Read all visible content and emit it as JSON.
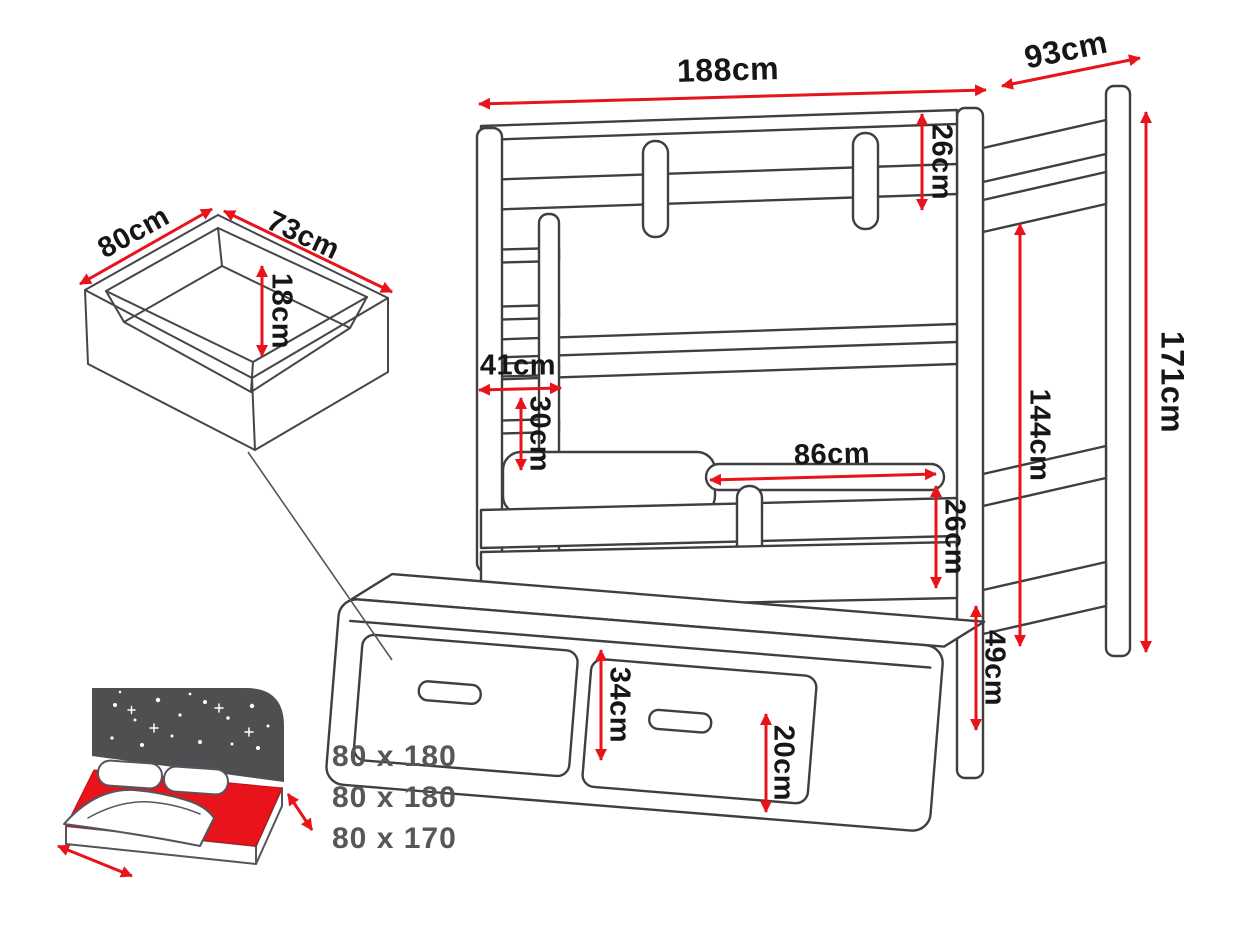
{
  "diagram": {
    "type": "furniture-dimension-diagram",
    "subject": "bunk bed with trundle bed, storage drawer and ladder",
    "colors": {
      "accent_red": "#e8131b",
      "outline": "#3f3f42",
      "headboard_dark": "#4f4f52",
      "mattress_red": "#e8131b",
      "size_text": "#57575a"
    },
    "icons": {
      "drawer_icon": "open-storage-drawer",
      "bed_icon": "bed-with-red-mattress-and-stars"
    },
    "dimensions": {
      "total_width": "188cm",
      "total_depth": "93cm",
      "top_rail_height": "26cm",
      "total_height": "171cm",
      "side_frame_height": "144cm",
      "drawer_width": "80cm",
      "drawer_depth": "73cm",
      "drawer_height": "18cm",
      "ladder_width": "41cm",
      "shelf_spacing": "30cm",
      "guard_rail_length": "86cm",
      "middle_rail_height": "26cm",
      "under_bed_clearance": "49cm",
      "trundle_height": "34cm",
      "trundle_drawer_height": "20cm"
    },
    "mattress_sizes": [
      "80 x 180",
      "80 x 180",
      "80 x 170"
    ]
  }
}
